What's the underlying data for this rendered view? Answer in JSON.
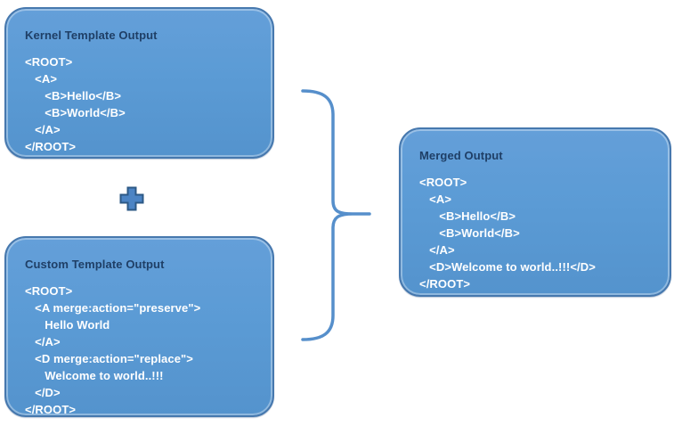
{
  "diagram": {
    "kernel": {
      "title": "Kernel Template Output",
      "code": "<ROOT>\n   <A>\n      <B>Hello</B>\n      <B>World</B>\n   </A>\n</ROOT>"
    },
    "custom": {
      "title": "Custom Template Output",
      "code": "<ROOT>\n   <A merge:action=\"preserve\">\n      Hello World\n   </A>\n   <D merge:action=\"replace\">\n      Welcome to world..!!!\n   </D>\n</ROOT>"
    },
    "merged": {
      "title": "Merged Output",
      "code": "<ROOT>\n   <A>\n      <B>Hello</B>\n      <B>World</B>\n   </A>\n   <D>Welcome to world..!!!</D>\n</ROOT>"
    },
    "icons": {
      "plus": "plus-icon",
      "brace": "right-brace-icon"
    },
    "colors": {
      "box_fill": "#5B9BD5",
      "box_border": "#4678AE",
      "title_text": "#1F3F66",
      "code_text": "#FFFFFF",
      "connector": "#568FCB"
    }
  }
}
